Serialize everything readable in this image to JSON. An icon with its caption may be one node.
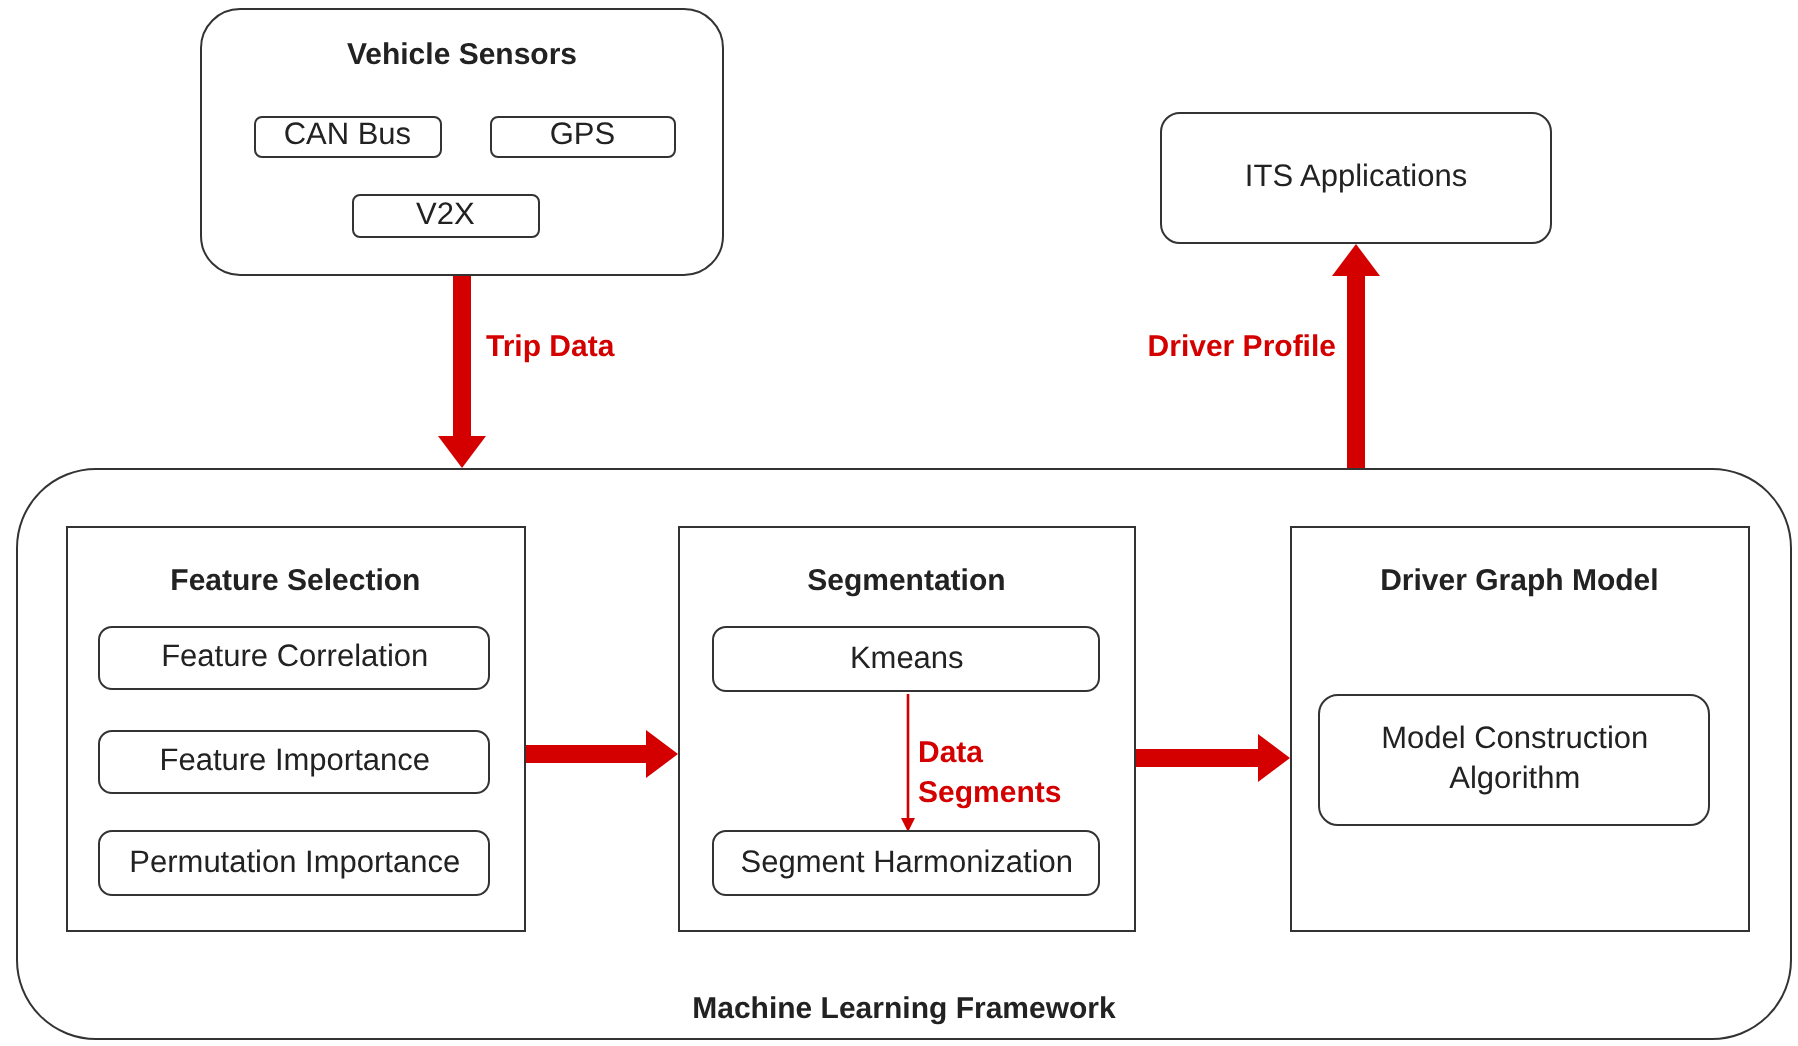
{
  "diagram": {
    "nodes": [
      {
        "text": [
          "Vehicle Sensors"
        ]
      },
      {
        "text": [
          "CAN Bus"
        ],
        "in": 0
      },
      {
        "text": [
          "GPS"
        ],
        "in": 0
      },
      {
        "text": [
          "V2X"
        ],
        "in": 0
      },
      {
        "text": [
          "ITS Applications"
        ]
      },
      {
        "text": [
          "Machine Learning Framework"
        ]
      },
      {
        "text": [
          "Feature Selection"
        ],
        "in": 5
      },
      {
        "text": [
          "Feature Correlation"
        ],
        "in": 6
      },
      {
        "text": [
          "Feature Importance"
        ],
        "in": 6
      },
      {
        "text": [
          "Permutation Importance"
        ],
        "in": 6
      },
      {
        "text": [
          "Segmentation"
        ],
        "in": 5
      },
      {
        "text": [
          "Kmeans"
        ],
        "in": 10
      },
      {
        "text": [
          "Segment Harmonization"
        ],
        "in": 10
      },
      {
        "text": [
          "Driver Graph Model"
        ],
        "in": 5
      },
      {
        "text": [
          "Model Construction Algorithm"
        ],
        "in": 13
      }
    ],
    "edges": [
      {
        "from": 0,
        "to": 5,
        "arrow": "to",
        "label": "Trip Data",
        "color": "#d40000"
      },
      {
        "from": 5,
        "to": 4,
        "arrow": "to",
        "label": "Driver Profile",
        "color": "#d40000"
      },
      {
        "from": 6,
        "to": 10,
        "arrow": "to",
        "color": "#d40000"
      },
      {
        "from": 10,
        "to": 13,
        "arrow": "to",
        "color": "#d40000"
      },
      {
        "from": 11,
        "to": 12,
        "arrow": "to",
        "label": "Data Segments",
        "color": "#d40000"
      }
    ]
  }
}
